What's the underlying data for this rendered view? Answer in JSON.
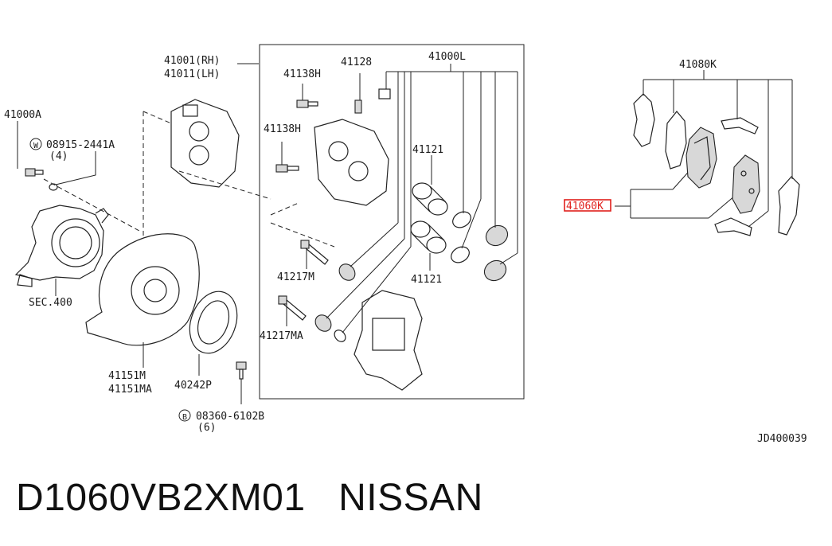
{
  "labels": {
    "l41001": "41001(RH)",
    "l41011": "41011(LH)",
    "l41138h_a": "41138H",
    "l41128": "41128",
    "l41000l": "41000L",
    "l41080k": "41080K",
    "l41000a": "41000A",
    "l08915": "08915-2441A",
    "l08915_qty": "(4)",
    "l41138h_b": "41138H",
    "l41121_a": "41121",
    "l41121_b": "41121",
    "l41217m": "41217M",
    "l41217ma": "41217MA",
    "lsec400": "SEC.400",
    "l41151m": "41151M",
    "l41151ma": "41151MA",
    "l40242p": "40242P",
    "l08360": "08360-6102B",
    "l08360_qty": "(6)",
    "l41060k": "41060K",
    "ljd": "JD400039",
    "w_mark": "W",
    "b_mark": "B"
  },
  "caption": "D1060VB2XM01   NISSAN",
  "colors": {
    "highlight": "#e0201c",
    "ink": "#222222"
  }
}
